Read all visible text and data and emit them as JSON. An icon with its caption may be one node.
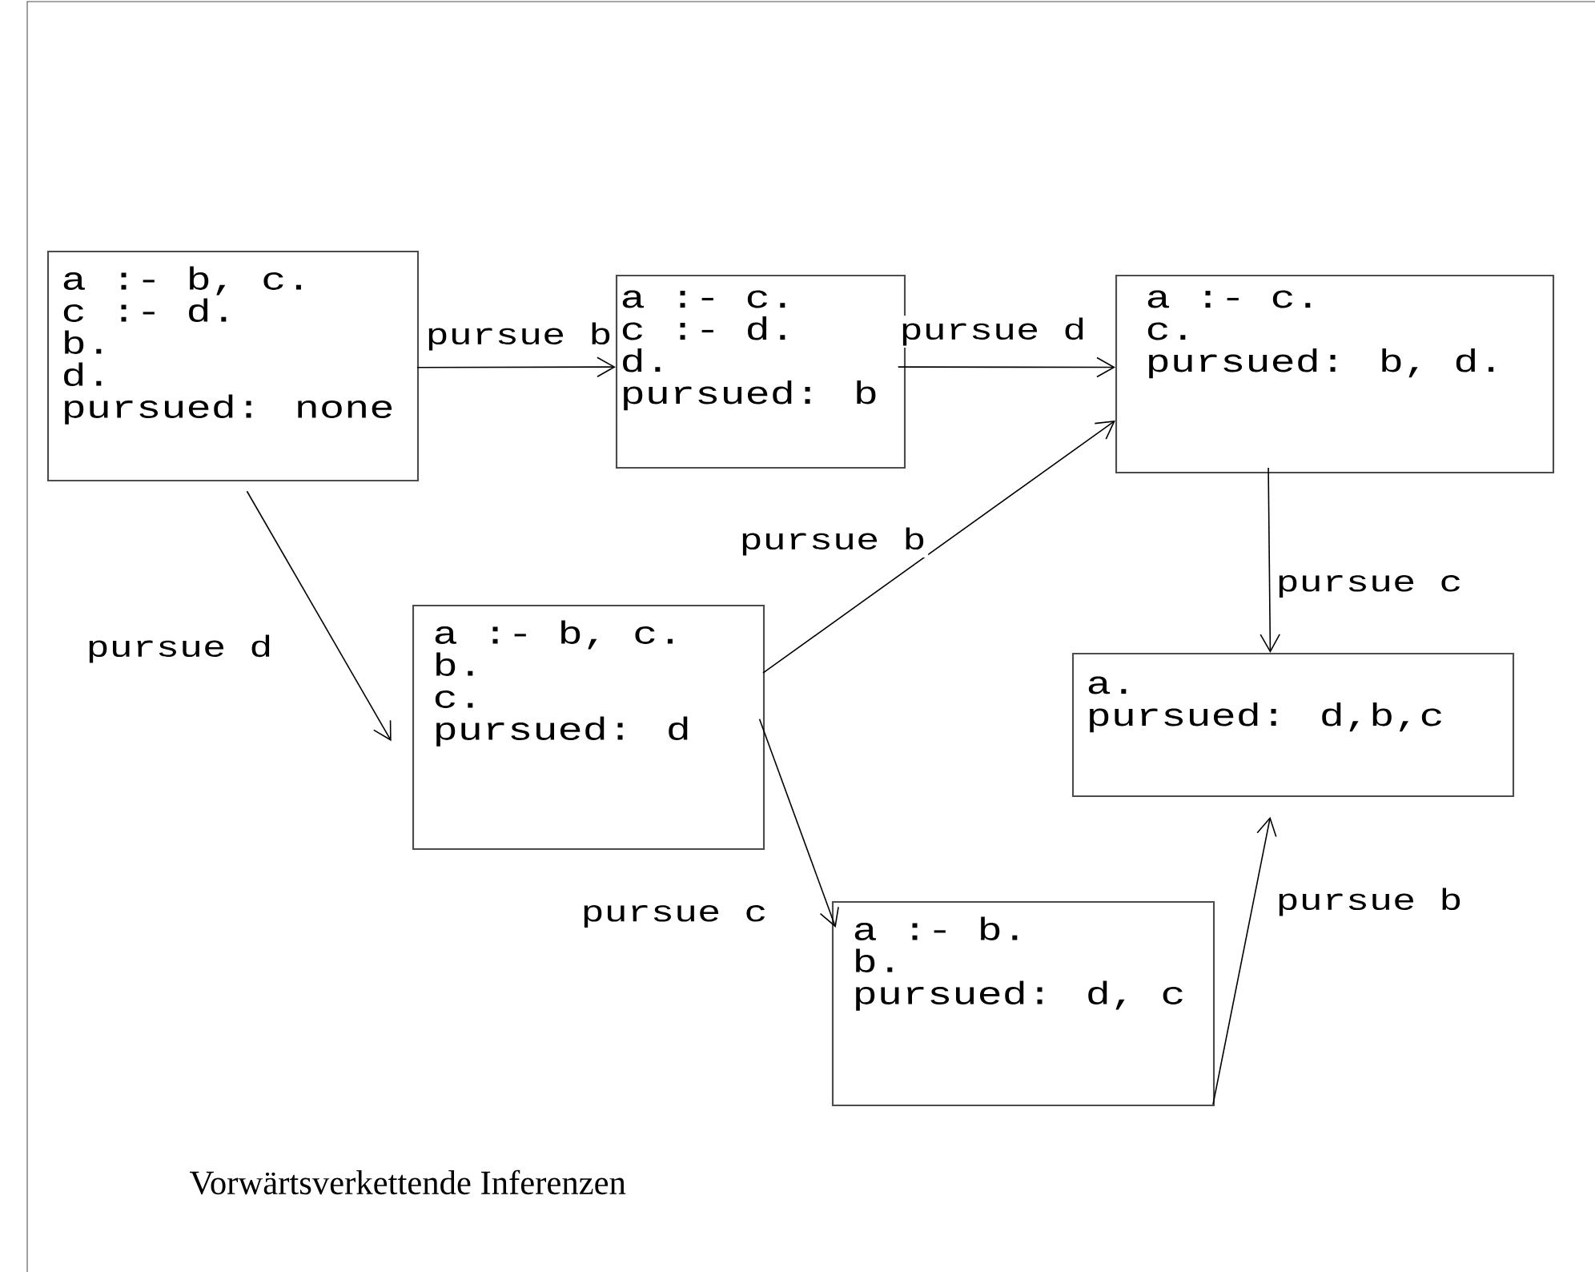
{
  "diagram": {
    "caption": "Vorwärtsverkettende Inferenzen",
    "nodes": [
      {
        "text": [
          "a :- b, c.",
          "c :- d.",
          "b.",
          "d.",
          "pursued: none"
        ]
      },
      {
        "text": [
          "a :- c.",
          "c :- d.",
          "d.",
          "pursued: b"
        ]
      },
      {
        "text": [
          "a :- c.",
          "c.",
          "pursued: b, d."
        ]
      },
      {
        "text": [
          "a :- b, c.",
          "b.",
          "c.",
          "pursued: d"
        ]
      },
      {
        "text": [
          "a.",
          "pursued: d,b,c"
        ]
      },
      {
        "text": [
          "a :- b.",
          "b.",
          "pursued: d, c"
        ]
      }
    ],
    "edges": [
      {
        "from": 0,
        "to": 1,
        "arrow": "to",
        "label": "pursue b"
      },
      {
        "from": 1,
        "to": 2,
        "arrow": "to",
        "label": "pursue d"
      },
      {
        "from": 0,
        "to": 3,
        "arrow": "to",
        "label": "pursue d"
      },
      {
        "from": 3,
        "to": 2,
        "arrow": "to",
        "label": "pursue b"
      },
      {
        "from": 2,
        "to": 4,
        "arrow": "to",
        "label": "pursue c"
      },
      {
        "from": 3,
        "to": 5,
        "arrow": "to",
        "label": "pursue c"
      },
      {
        "from": 5,
        "to": 4,
        "arrow": "to",
        "label": "pursue b"
      }
    ]
  }
}
